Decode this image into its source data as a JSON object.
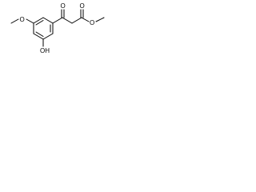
{
  "structure": {
    "atoms": {
      "ketone_oxygen": "O",
      "ester_carbonyl_oxygen": "O",
      "ester_ether_oxygen": "O",
      "methoxy_oxygen": "O",
      "hydroxyl_group": "OH"
    },
    "line_color": "#000000"
  }
}
